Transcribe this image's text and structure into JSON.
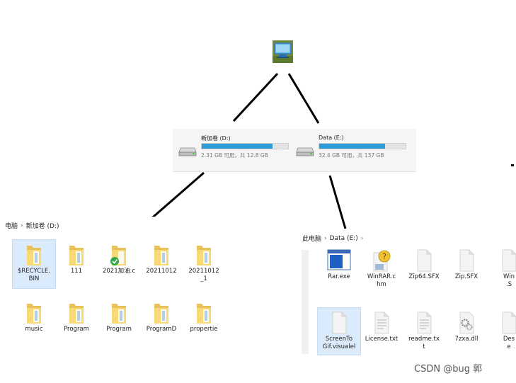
{
  "pc": {
    "icon": "computer-icon"
  },
  "drives": [
    {
      "name": "新加卷 (D:)",
      "info": "2.31 GB 可用，共 12.8 GB",
      "used_fraction": 0.82,
      "icon": "hard-drive-icon"
    },
    {
      "name": "Data (E:)",
      "info": "32.4 GB 可用，共 137 GB",
      "used_fraction": 0.76,
      "icon": "hard-drive-icon"
    }
  ],
  "explorer_d": {
    "breadcrumb": {
      "root": "电脑",
      "current": "新加卷 (D:)"
    },
    "items": [
      {
        "name": "$RECYCLE.\nBIN",
        "icon": "folder-icon",
        "selected": true
      },
      {
        "name": "111",
        "icon": "folder-icon"
      },
      {
        "name": "2021加油.c",
        "icon": "folder-synced-icon"
      },
      {
        "name": "20211012",
        "icon": "folder-icon"
      },
      {
        "name": "20211012\n_1",
        "icon": "folder-icon"
      },
      {
        "name": "music",
        "icon": "folder-icon"
      },
      {
        "name": "Program",
        "icon": "folder-icon"
      },
      {
        "name": "Program",
        "icon": "folder-icon"
      },
      {
        "name": "ProgramD",
        "icon": "folder-icon"
      },
      {
        "name": "propertie",
        "icon": "folder-icon"
      }
    ]
  },
  "explorer_e": {
    "breadcrumb": {
      "root": "此电脑",
      "current": "Data (E:)"
    },
    "items": [
      {
        "name": "Rar.exe",
        "icon": "exe-window-icon"
      },
      {
        "name": "WinRAR.c\nhm",
        "icon": "help-file-icon"
      },
      {
        "name": "Zip64.SFX",
        "icon": "blank-file-icon"
      },
      {
        "name": "Zip.SFX",
        "icon": "blank-file-icon"
      },
      {
        "name": "Win\n.S",
        "icon": "blank-file-icon"
      },
      {
        "name": "ScreenTo\nGif.visualel",
        "icon": "blank-file-icon",
        "selected": true
      },
      {
        "name": "License.txt",
        "icon": "text-file-icon"
      },
      {
        "name": "readme.tx\nt",
        "icon": "text-file-icon"
      },
      {
        "name": "7zxa.dll",
        "icon": "dll-gear-icon"
      },
      {
        "name": "Des\ne",
        "icon": "blank-file-icon"
      }
    ]
  },
  "watermark": "CSDN @bug 郭"
}
